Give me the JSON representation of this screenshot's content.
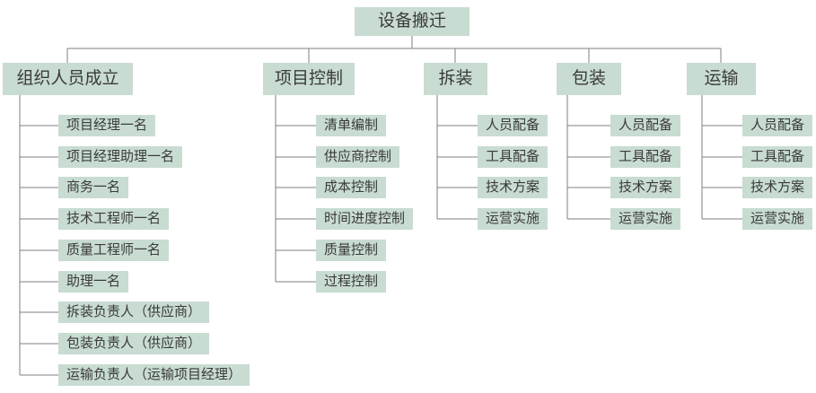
{
  "colors": {
    "node_background": "#c8dcd2",
    "connector_line": "#7f7f7f",
    "text": "#3a3a3a",
    "page_background": "#ffffff"
  },
  "root": {
    "label": "设备搬迁"
  },
  "branches": [
    {
      "label": "组织人员成立",
      "children": [
        "项目经理一名",
        "项目经理助理一名",
        "商务一名",
        "技术工程师一名",
        "质量工程师一名",
        "助理一名",
        "拆装负责人（供应商）",
        "包装负责人（供应商）",
        "运输负责人（运输项目经理）"
      ]
    },
    {
      "label": "项目控制",
      "children": [
        "清单编制",
        "供应商控制",
        "成本控制",
        "时间进度控制",
        "质量控制",
        "过程控制"
      ]
    },
    {
      "label": "拆装",
      "children": [
        "人员配备",
        "工具配备",
        "技术方案",
        "运营实施"
      ]
    },
    {
      "label": "包装",
      "children": [
        "人员配备",
        "工具配备",
        "技术方案",
        "运营实施"
      ]
    },
    {
      "label": "运输",
      "children": [
        "人员配备",
        "工具配备",
        "技术方案",
        "运营实施"
      ]
    }
  ]
}
